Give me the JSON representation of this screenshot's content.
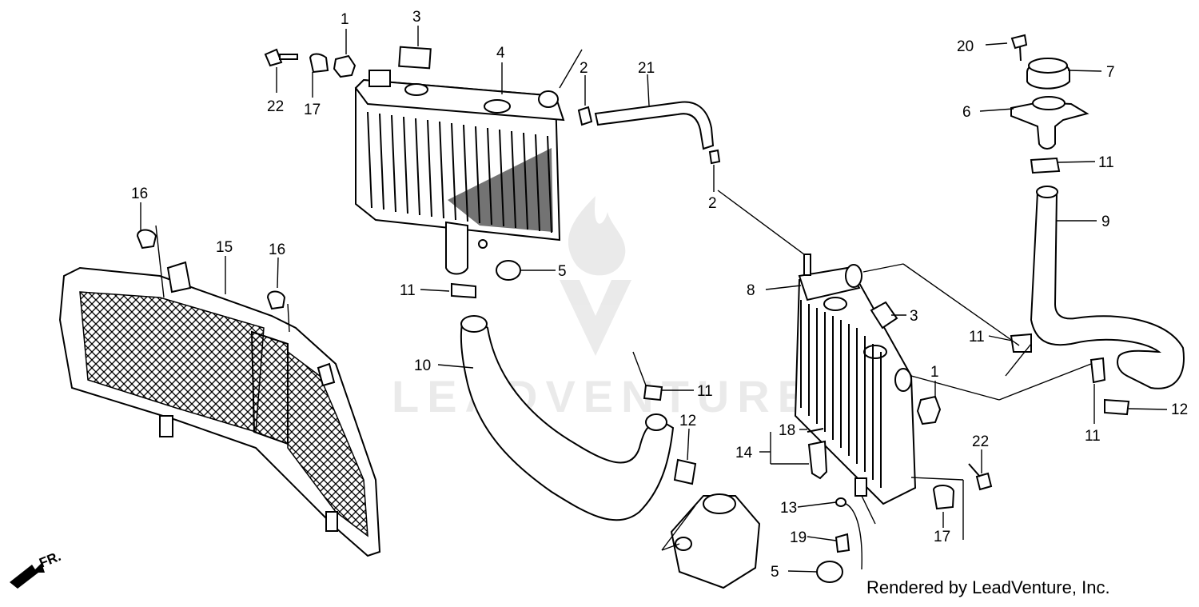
{
  "watermark": {
    "text": "LEADVENTURE"
  },
  "credit": "Rendered by LeadVenture, Inc.",
  "direction_marker": "FR.",
  "callouts": [
    {
      "id": "c-1a",
      "text": "1"
    },
    {
      "id": "c-3a",
      "text": "3"
    },
    {
      "id": "c-4",
      "text": "4"
    },
    {
      "id": "c-2a",
      "text": "2"
    },
    {
      "id": "c-21",
      "text": "21"
    },
    {
      "id": "c-20",
      "text": "20"
    },
    {
      "id": "c-7",
      "text": "7"
    },
    {
      "id": "c-6",
      "text": "6"
    },
    {
      "id": "c-11a",
      "text": "11"
    },
    {
      "id": "c-22a",
      "text": "22"
    },
    {
      "id": "c-17a",
      "text": "17"
    },
    {
      "id": "c-2b",
      "text": "2"
    },
    {
      "id": "c-9",
      "text": "9"
    },
    {
      "id": "c-16a",
      "text": "16"
    },
    {
      "id": "c-15",
      "text": "15"
    },
    {
      "id": "c-16b",
      "text": "16"
    },
    {
      "id": "c-5a",
      "text": "5"
    },
    {
      "id": "c-11b",
      "text": "11"
    },
    {
      "id": "c-8",
      "text": "8"
    },
    {
      "id": "c-3b",
      "text": "3"
    },
    {
      "id": "c-11c",
      "text": "11"
    },
    {
      "id": "c-10",
      "text": "10"
    },
    {
      "id": "c-11d",
      "text": "11"
    },
    {
      "id": "c-1b",
      "text": "1"
    },
    {
      "id": "c-12a",
      "text": "12"
    },
    {
      "id": "c-12b",
      "text": "12"
    },
    {
      "id": "c-11e",
      "text": "11"
    },
    {
      "id": "c-18",
      "text": "18"
    },
    {
      "id": "c-14",
      "text": "14"
    },
    {
      "id": "c-22b",
      "text": "22"
    },
    {
      "id": "c-13",
      "text": "13"
    },
    {
      "id": "c-17b",
      "text": "17"
    },
    {
      "id": "c-19",
      "text": "19"
    },
    {
      "id": "c-5b",
      "text": "5"
    }
  ]
}
